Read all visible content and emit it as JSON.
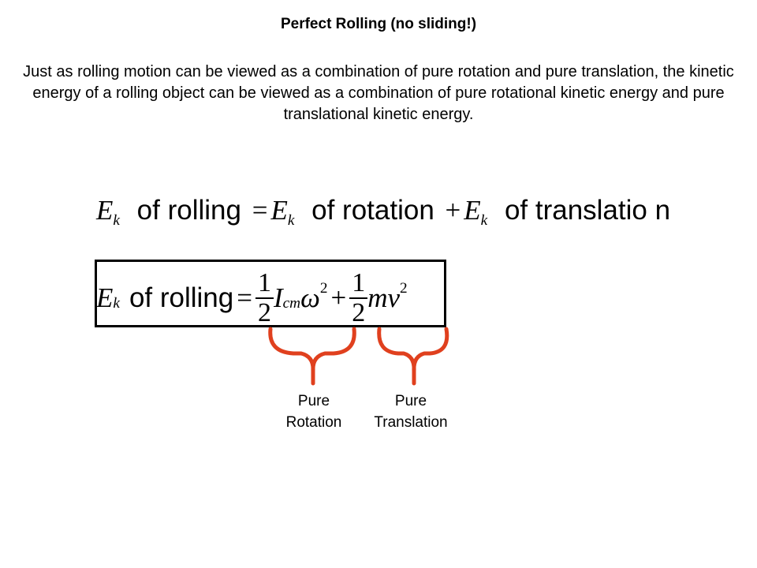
{
  "title": "Perfect Rolling (no sliding!)",
  "intro": "Just as rolling motion can be viewed as a combination of pure rotation and pure translation, the kinetic energy of a rolling object can be viewed as a combination of pure rotational kinetic energy and pure translational kinetic energy.",
  "equation1": {
    "e": "E",
    "k": "k",
    "term1": "of rolling",
    "eq": "=",
    "term2": "of rotation",
    "plus": "+",
    "term3": "of translatio n"
  },
  "equation2": {
    "e": "E",
    "k": "k",
    "term1": "of rolling",
    "eq": "=",
    "num1": "1",
    "den1": "2",
    "i": "I",
    "cm": "cm",
    "omega": "ω",
    "sq1": "2",
    "plus": "+",
    "num2": "1",
    "den2": "2",
    "mv": "mv",
    "sq2": "2"
  },
  "labels": {
    "rotation_line1": "Pure",
    "rotation_line2": "Rotation",
    "translation_line1": "Pure",
    "translation_line2": "Translation"
  },
  "colors": {
    "brace": "#e0401e"
  }
}
